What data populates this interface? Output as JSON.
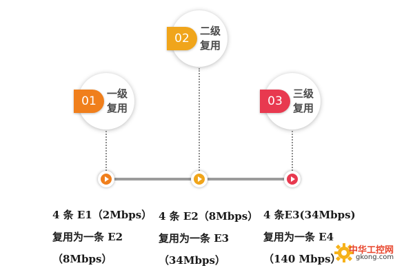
{
  "steps": [
    {
      "number": "01",
      "title_line1": "一级",
      "title_line2": "复用",
      "color": "#f07f1c",
      "desc_line1": "4 条 E1（2Mbps）",
      "desc_line2": "复用为一条 E2",
      "desc_line3": "（8Mbps）"
    },
    {
      "number": "02",
      "title_line1": "二级",
      "title_line2": "复用",
      "color": "#f0a51b",
      "desc_line1": "4 条 E2（8Mbps）",
      "desc_line2": "复用为一条 E3",
      "desc_line3": "（34Mbps）"
    },
    {
      "number": "03",
      "title_line1": "三级",
      "title_line2": "复用",
      "color": "#e8394f",
      "desc_line1": "4 条E3(34Mbps)",
      "desc_line2": "复用为一条 E4",
      "desc_line3": "（140 Mbps）"
    }
  ],
  "watermark": {
    "brand": "中华工控网",
    "url": "gkong.com"
  },
  "colors": {
    "track": "#9b9b9b",
    "dotline": "#8a8a8a",
    "text": "#1a1a1a"
  }
}
